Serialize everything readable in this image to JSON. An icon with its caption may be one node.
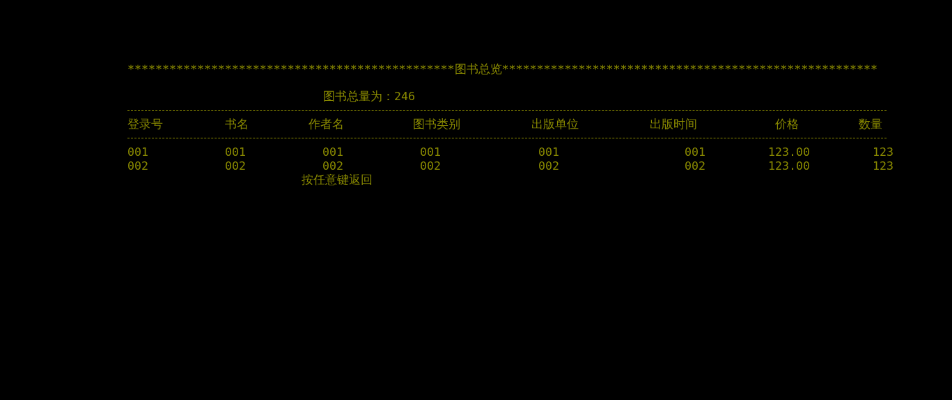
{
  "diagram": {
    "title": "***********************************************图书总览******************************************************",
    "labels": [
      "图书总量为：246",
      "登录号",
      "书名",
      "作者名",
      "图书类别",
      "出版单位",
      "出版时间",
      "价格",
      "数量",
      "001",
      "001",
      "001",
      "001",
      "001",
      "001",
      "123.00",
      "123",
      "002",
      "002",
      "002",
      "002",
      "002",
      "002",
      "123.00",
      "123",
      "按任意键返回"
    ]
  }
}
